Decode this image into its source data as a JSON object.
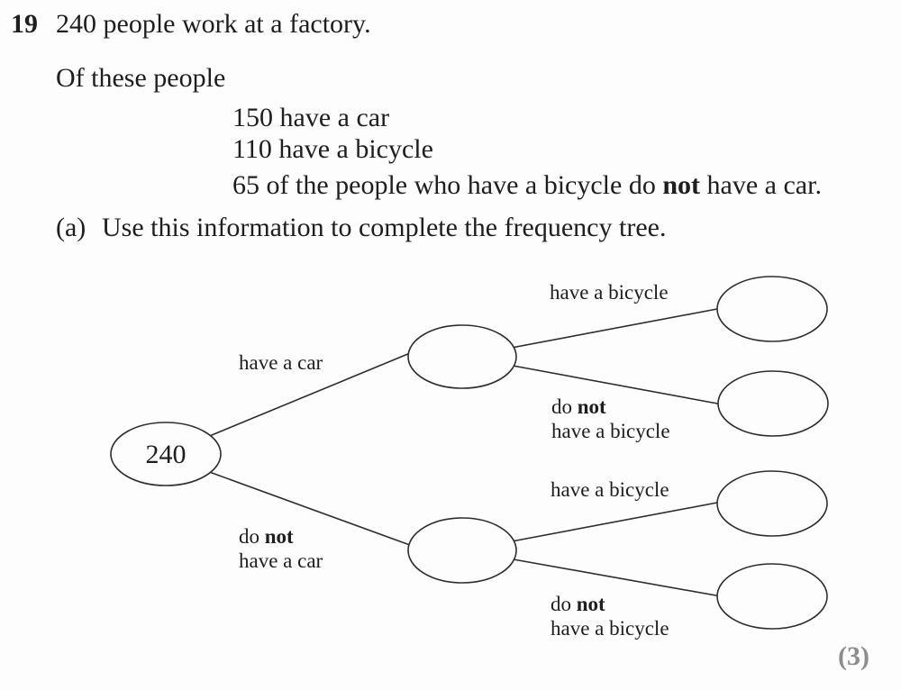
{
  "question": {
    "number": "19",
    "intro": "240 people work at a factory.",
    "subheading": "Of these people",
    "facts": [
      "150 have a car",
      "110 have a bicycle"
    ],
    "fact_compound": {
      "pre": "65 of the people who have a bicycle do ",
      "bold": "not",
      "post": " have a car."
    },
    "part_a": {
      "label": "(a)",
      "text": "Use this information to complete the frequency tree."
    },
    "marks": "(3)"
  },
  "tree": {
    "nodes": {
      "root": "240",
      "car": "",
      "no_car": "",
      "car_bicycle": "",
      "car_no_bicycle": "",
      "no_car_bicycle": "",
      "no_car_no_bicycle": ""
    },
    "branch_labels": {
      "car": "have a car",
      "no_car": {
        "do": "do ",
        "not": "not",
        "line2": "have a car"
      },
      "car_bicycle": "have a bicycle",
      "car_no_bicycle": {
        "do": "do ",
        "not": "not",
        "line2": "have a bicycle"
      },
      "no_car_bicycle": "have a bicycle",
      "no_car_no_bicycle": {
        "do": "do ",
        "not": "not",
        "line2": "have a bicycle"
      }
    }
  }
}
